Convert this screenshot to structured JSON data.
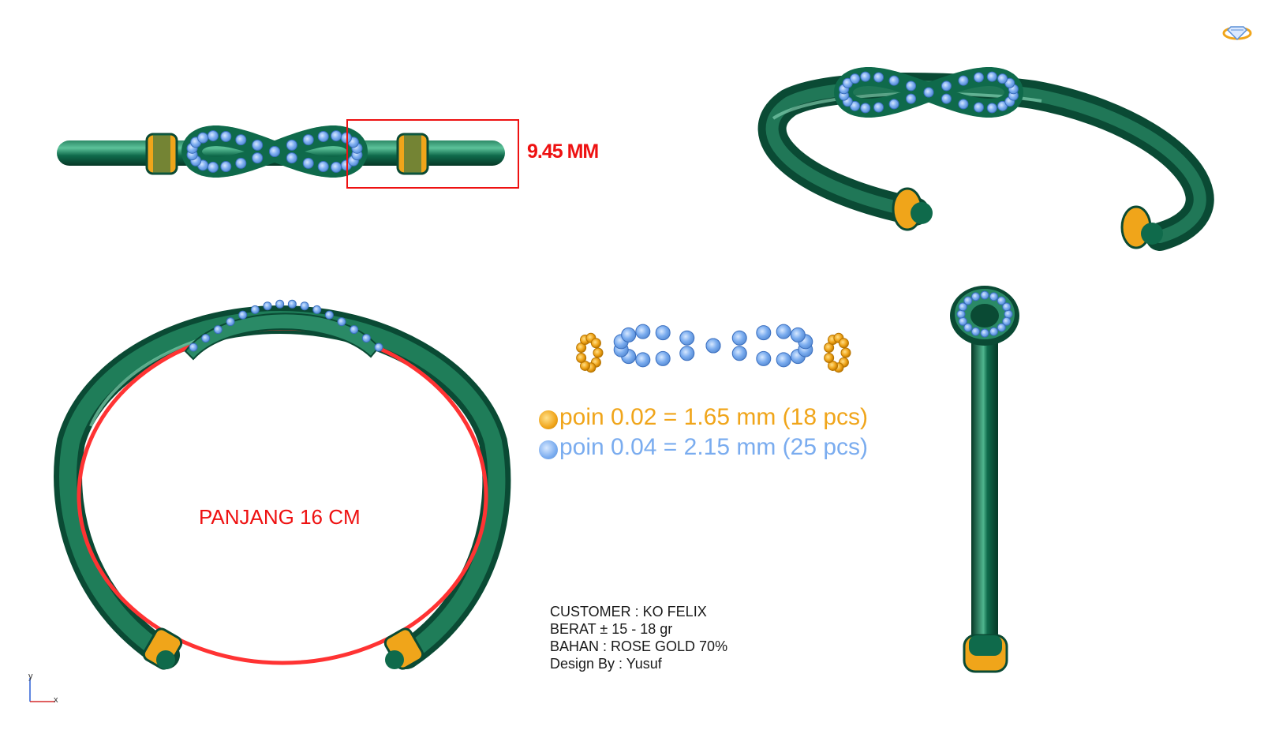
{
  "colors": {
    "metal": "#0f6a4b",
    "metal_dark": "#0a4a34",
    "metal_light": "#4fb58e",
    "stone_blue": "#7aacef",
    "stone_yellow": "#f0a51a",
    "annotation_red": "#ee1111"
  },
  "top_view": {
    "dimension_label": "9.45 MM"
  },
  "front_view": {
    "length_label": "PANJANG 16 CM"
  },
  "legend": [
    {
      "icon": "yellow-stone-icon",
      "text": "poin 0.02 = 1.65 mm (18 pcs)"
    },
    {
      "icon": "blue-stone-icon",
      "text": "poin 0.04 = 2.15 mm (25 pcs)"
    }
  ],
  "info": {
    "customer": "CUSTOMER : KO FELIX",
    "weight": "BERAT ± 15 - 18 gr",
    "material": "BAHAN : ROSE GOLD 70%",
    "designer": "Design By : Yusuf"
  },
  "axis": {
    "y_label": "y",
    "x_label": "x"
  },
  "corner_icon": "diamond-ring-icon"
}
